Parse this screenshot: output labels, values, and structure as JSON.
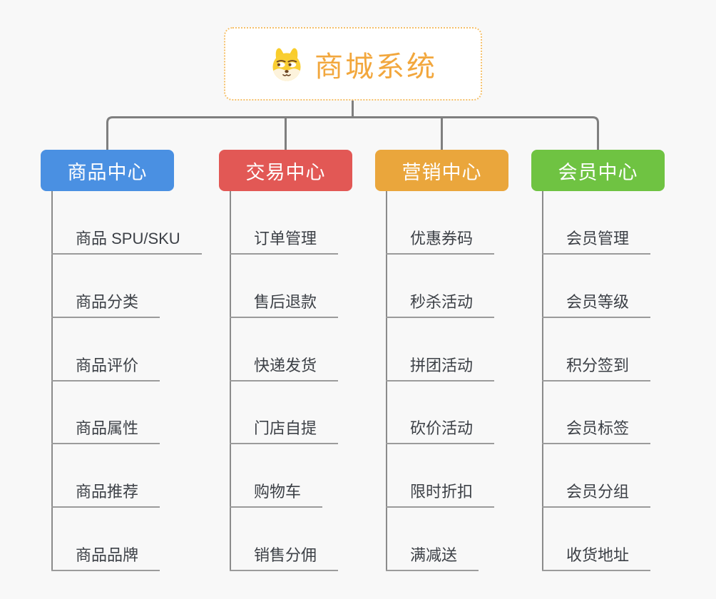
{
  "root": {
    "title": "商城系统",
    "icon": "dog-face-icon",
    "title_color": "#f2a73d",
    "border_color": "#f5c06a"
  },
  "connectors": {
    "trunk_color": "#7f7f7f",
    "spine_color": "#8b8b8b",
    "underline_color": "#9b9b9b"
  },
  "branches": [
    {
      "label": "商品中心",
      "color": "#4a90e2",
      "children": [
        "商品 SPU/SKU",
        "商品分类",
        "商品评价",
        "商品属性",
        "商品推荐",
        "商品品牌"
      ]
    },
    {
      "label": "交易中心",
      "color": "#e25855",
      "children": [
        "订单管理",
        "售后退款",
        "快递发货",
        "门店自提",
        "购物车",
        "销售分佣"
      ]
    },
    {
      "label": "营销中心",
      "color": "#eaa63c",
      "children": [
        "优惠券码",
        "秒杀活动",
        "拼团活动",
        "砍价活动",
        "限时折扣",
        "满减送"
      ]
    },
    {
      "label": "会员中心",
      "color": "#6fc342",
      "children": [
        "会员管理",
        "会员等级",
        "积分签到",
        "会员标签",
        "会员分组",
        "收货地址"
      ]
    }
  ]
}
